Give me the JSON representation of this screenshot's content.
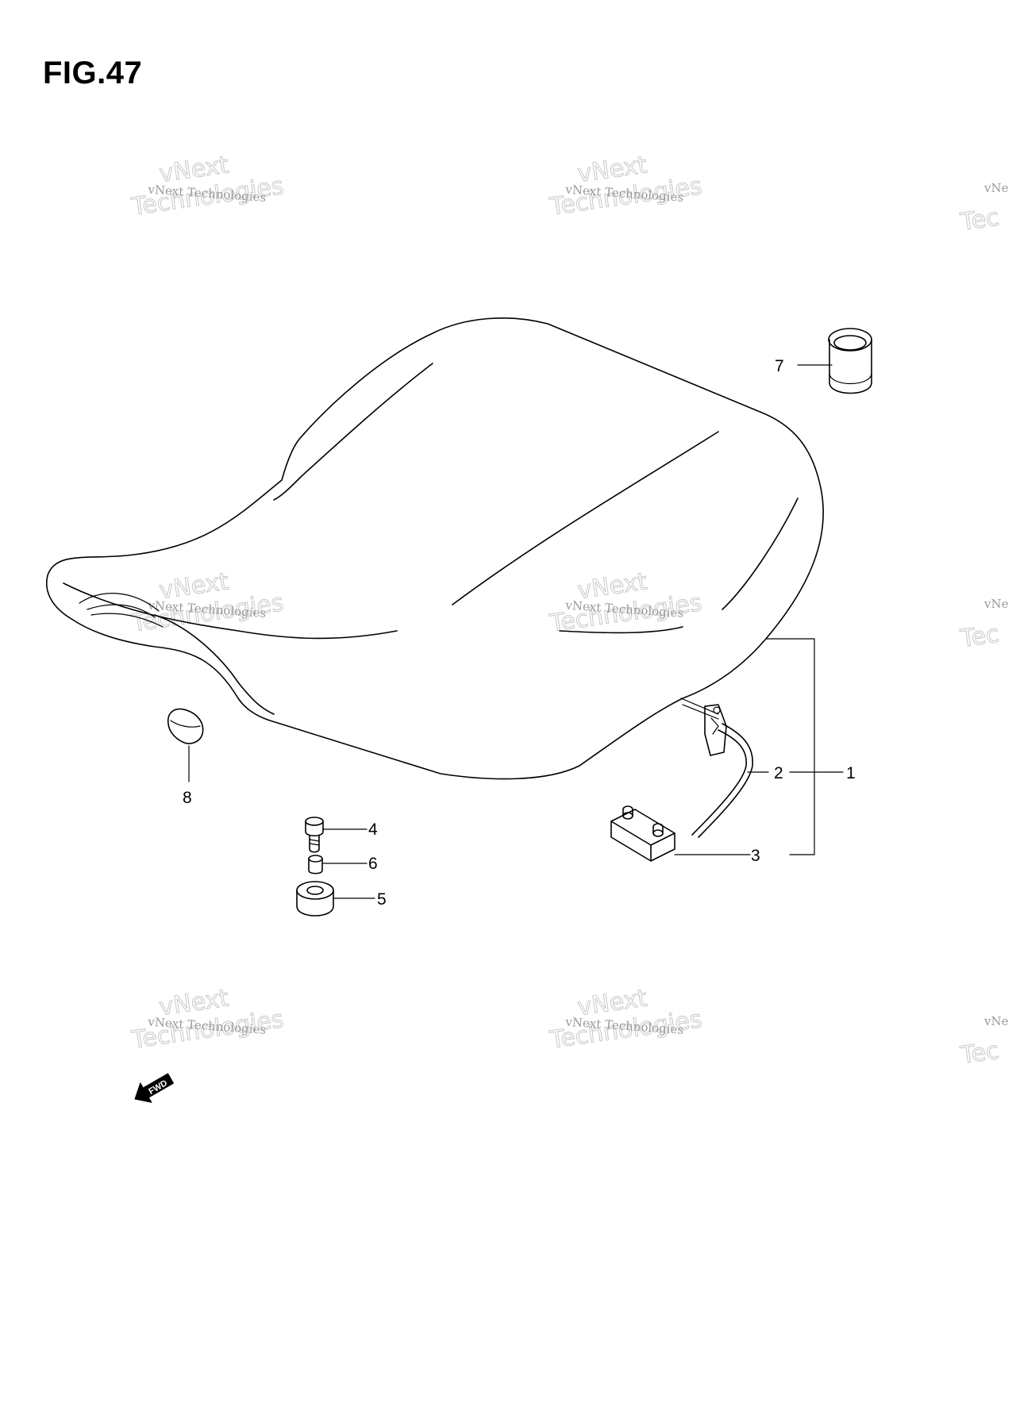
{
  "figure": {
    "title": "FIG.47"
  },
  "watermark": {
    "line1": "vNext Technologies",
    "line2": "vNext",
    "line3": "Technologies",
    "partial1": "vNe",
    "partial2": "Tec"
  },
  "callouts": {
    "c1": "1",
    "c2": "2",
    "c3": "3",
    "c4": "4",
    "c5": "5",
    "c6": "6",
    "c7": "7",
    "c8": "8"
  },
  "direction": {
    "fwd_label": "FWD"
  }
}
